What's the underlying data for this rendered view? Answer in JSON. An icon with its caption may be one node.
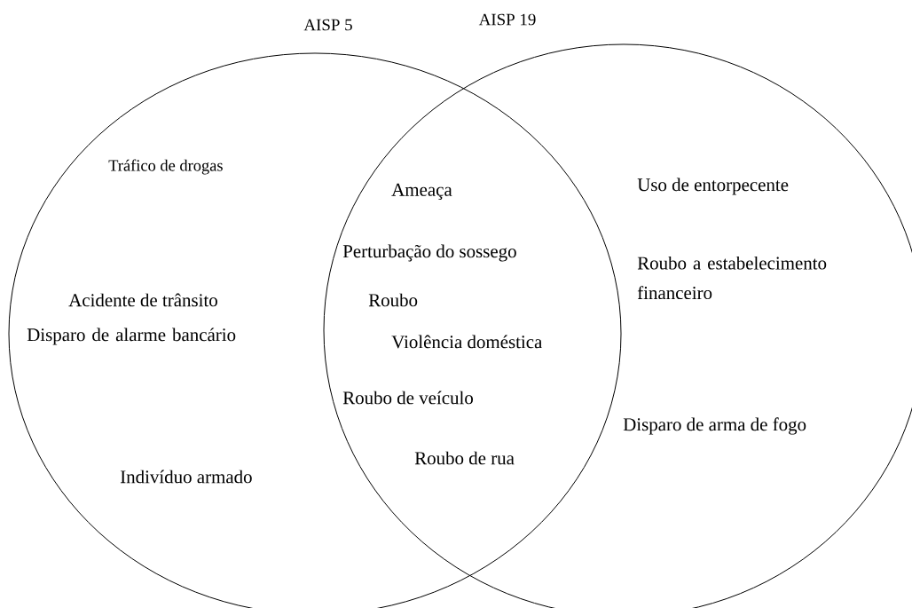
{
  "diagram": {
    "nodes": [
      {
        "text": [
          "AISP 5"
        ]
      },
      {
        "text": [
          "AISP 19"
        ]
      }
    ],
    "labels": [
      "Tráfico de drogas",
      "Uso de entorpecente",
      "Ameaça",
      "Perturbação do sossego",
      "Roubo a estabelecimento financeiro",
      "Acidente de trânsito",
      "Roubo",
      "Disparo de alarme bancário",
      "Violência doméstica",
      "Roubo de veículo",
      "Disparo de arma de fogo",
      "Roubo de rua",
      "Indivíduo armado"
    ]
  }
}
